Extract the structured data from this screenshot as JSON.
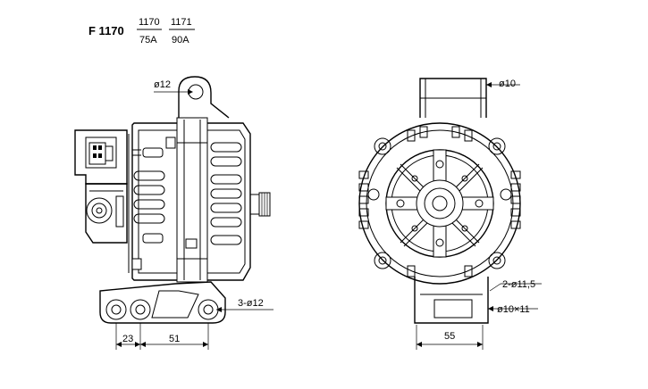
{
  "header": {
    "model": "F 1170",
    "variants": [
      {
        "code": "1170",
        "current": "75A"
      },
      {
        "code": "1171",
        "current": "90A"
      }
    ]
  },
  "dimensions": {
    "side_top_hole": "ø12",
    "side_mount_holes": "3-ø12",
    "side_spacing_1": "23",
    "side_spacing_2": "51",
    "front_top_hole": "ø10",
    "front_mount_holes": "2-ø11,5",
    "front_slot": "ø10×11",
    "front_width": "55"
  }
}
